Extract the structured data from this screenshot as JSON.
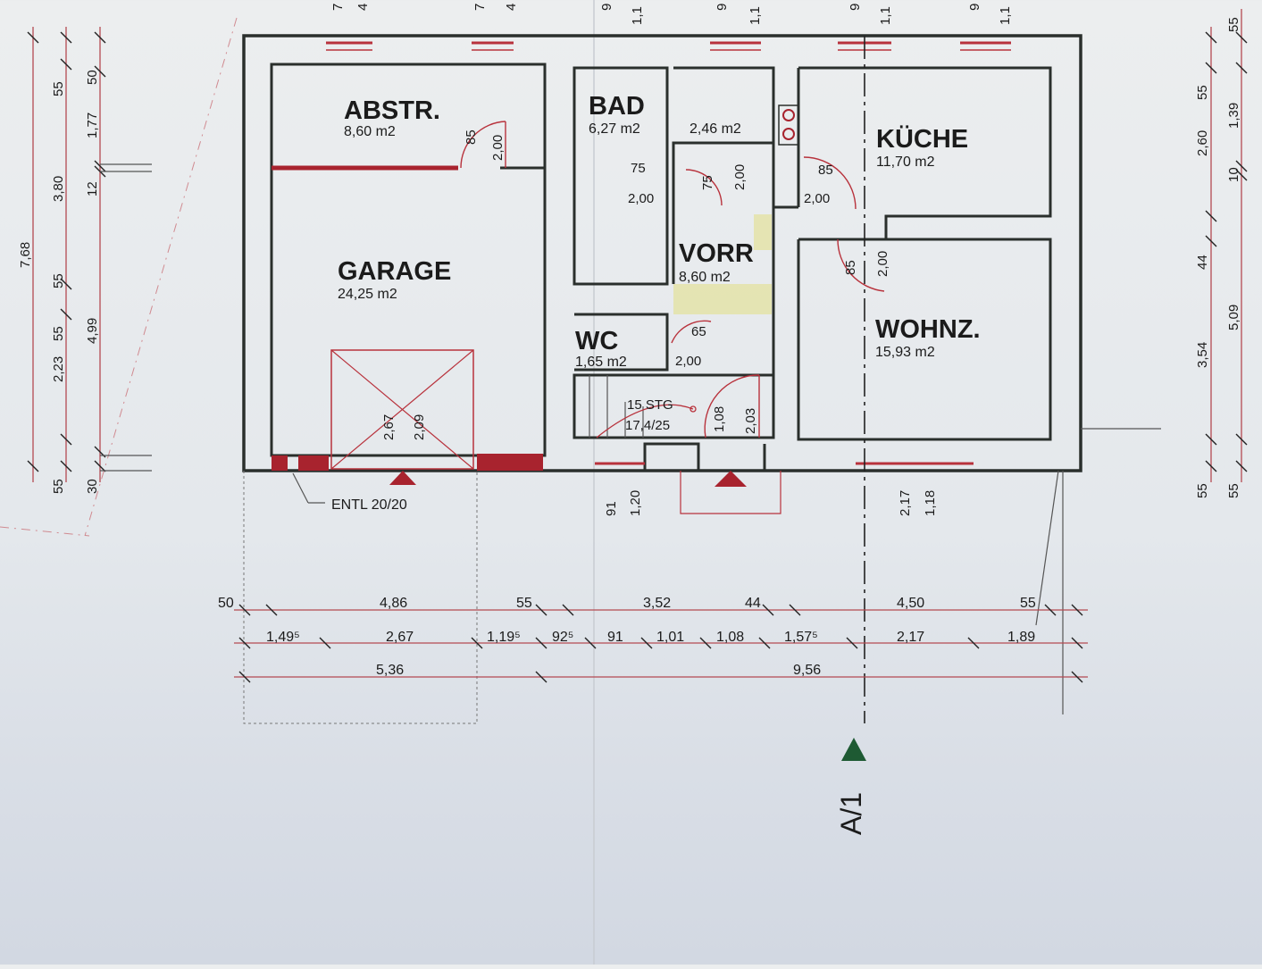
{
  "rooms": [
    {
      "id": "abstr",
      "name": "ABSTR.",
      "area": "8,60 m2"
    },
    {
      "id": "garage",
      "name": "GARAGE",
      "area": "24,25 m2"
    },
    {
      "id": "bad",
      "name": "BAD",
      "area": "6,27 m2"
    },
    {
      "id": "closet",
      "name": "",
      "area": "2,46 m2"
    },
    {
      "id": "vorr",
      "name": "VORR",
      "area": "8,60 m2"
    },
    {
      "id": "wc",
      "name": "WC",
      "area": "1,65 m2"
    },
    {
      "id": "kueche",
      "name": "KÜCHE",
      "area": "11,70 m2"
    },
    {
      "id": "wohnz",
      "name": "WOHNZ.",
      "area": "15,93 m2"
    }
  ],
  "labels": {
    "entl": "ENTL 20/20",
    "stairs_a": "15 STG",
    "stairs_b": "17,4/25",
    "section": "A/1"
  },
  "doors": {
    "abstr_w": "85",
    "abstr_h": "2,00",
    "bad_w": "75",
    "bad_h": "2,00",
    "closet_w": "75",
    "closet_h": "2,00",
    "kueche_w": "85",
    "kueche_h": "2,00",
    "wohnz_w": "85",
    "wohnz_h": "2,00",
    "wc_w": "65",
    "wc_h": "2,00",
    "entry_w": "1,08",
    "entry_h": "2,03",
    "garage_w": "2,67",
    "garage_h": "2,09"
  },
  "windows": {
    "front_a": "91",
    "front_b": "1,20",
    "front_c": "2,17",
    "front_d": "1,18"
  },
  "top_dims": [
    "7",
    "4",
    "7",
    "4",
    "9",
    "1,1",
    "9",
    "1,1",
    "9",
    "1,1",
    "9",
    "1,1"
  ],
  "left_dims": {
    "c1": [
      "55",
      "50",
      "12",
      "55",
      "55"
    ],
    "c2": [
      "1,77",
      "3,80",
      "55",
      "2,23",
      "30"
    ],
    "c3": [
      "4,99"
    ],
    "total": "7,68"
  },
  "right_dims": {
    "outer": [
      "55",
      "2,60",
      "44",
      "3,54",
      "55"
    ],
    "inner": [
      "55",
      "1,39",
      "10",
      "5,09",
      "55"
    ]
  },
  "bottom_dims": {
    "row1": [
      "50",
      "4,86",
      "55",
      "3,52",
      "44",
      "4,50",
      "55"
    ],
    "row2": [
      "1,49⁵",
      "2,67",
      "1,19⁵",
      "92⁵",
      "91",
      "1,01",
      "1,08",
      "1,57⁵",
      "2,17",
      "1,89"
    ],
    "row3": [
      "5,36",
      "9,56"
    ]
  }
}
